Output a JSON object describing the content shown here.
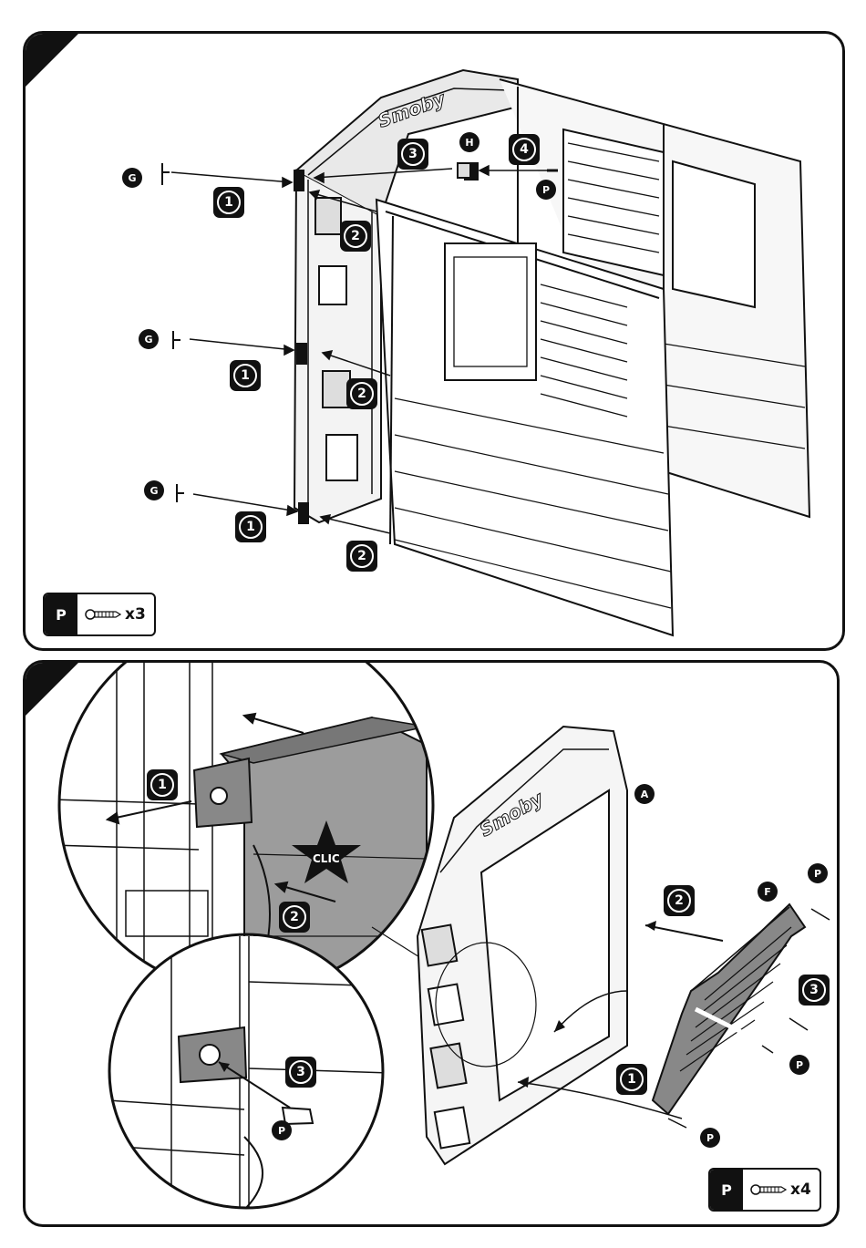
{
  "panel1": {
    "steps": [
      {
        "label": "1"
      },
      {
        "label": "1"
      },
      {
        "label": "1"
      },
      {
        "label": "2"
      },
      {
        "label": "2"
      },
      {
        "label": "2"
      },
      {
        "label": "3"
      },
      {
        "label": "4"
      }
    ],
    "parts": {
      "G1": "G",
      "G2": "G",
      "G3": "G",
      "H": "H",
      "P": "P"
    },
    "brand": "Smoby",
    "parts_box": {
      "letter": "P",
      "count": "x3"
    }
  },
  "panel2": {
    "steps": [
      {
        "label": "1"
      },
      {
        "label": "2"
      },
      {
        "label": "3"
      },
      {
        "label": "2"
      },
      {
        "label": "1"
      },
      {
        "label": "3"
      }
    ],
    "parts": {
      "A": "A",
      "F": "F",
      "P1": "P",
      "P2": "P",
      "P3": "P",
      "P4": "P"
    },
    "clic": "CLIC",
    "brand": "Smoby",
    "parts_box": {
      "letter": "P",
      "count": "x4"
    }
  },
  "icons": [
    "screw-icon",
    "step-badge",
    "part-letter"
  ]
}
